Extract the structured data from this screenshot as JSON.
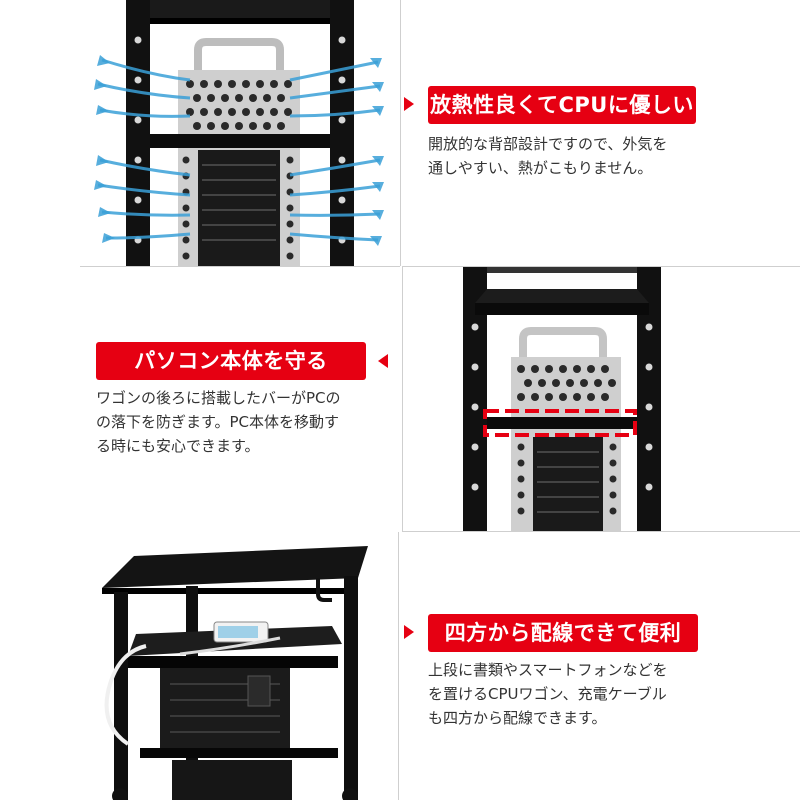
{
  "colors": {
    "accent": "#e60012",
    "rack": "#111111",
    "airflow": "#3aa0d8",
    "case": "#c8c8c8"
  },
  "section1": {
    "title": "放熱性良くてCPUに優しい",
    "lines": [
      "開放的な背部設計ですので、外気を",
      "通しやすい、熱がこもりません。"
    ]
  },
  "section2": {
    "title": "パソコン本体を守る",
    "lines": [
      "ワゴンの後ろに搭載したバーがPCの",
      "の落下を防ぎます。PC本体を移動す",
      "る時にも安心できます。"
    ]
  },
  "section3": {
    "title": "四方から配線できて便利",
    "lines": [
      "上段に書類やスマートフォンなどを",
      "を置けるCPUワゴン、充電ケーブル",
      "も四方から配線できます。"
    ]
  }
}
